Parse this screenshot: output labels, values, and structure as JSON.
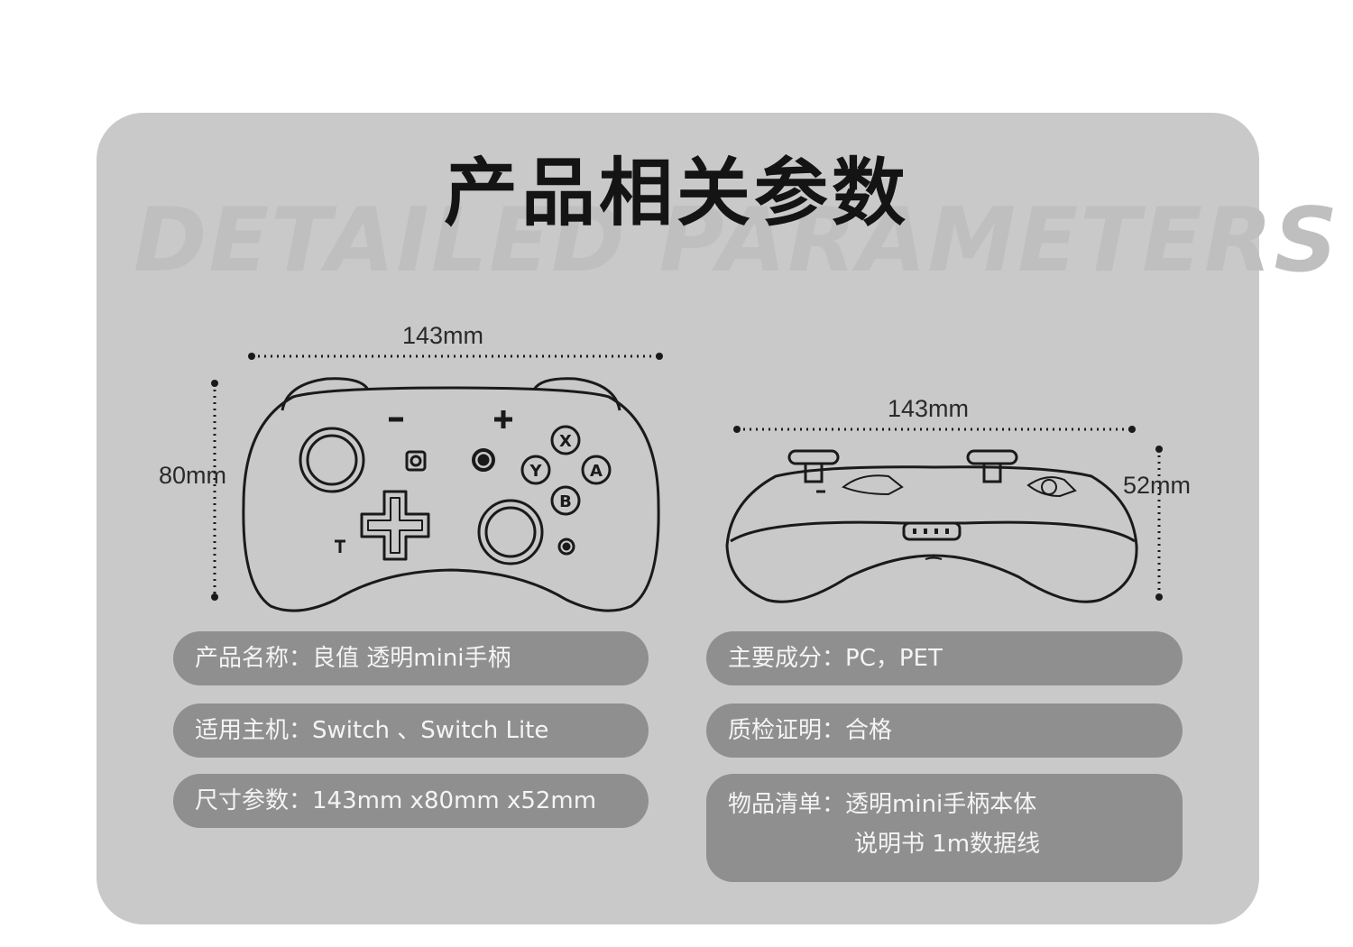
{
  "header": {
    "title": "产品相关参数",
    "watermark": "DETAILED PARAMETERS"
  },
  "dimensions": {
    "front_width": "143mm",
    "front_height": "80mm",
    "side_width": "143mm",
    "side_height": "52mm"
  },
  "face_buttons": {
    "x": "X",
    "y": "Y",
    "a": "A",
    "b": "B"
  },
  "specs_left": [
    {
      "label": "产品名称：",
      "value": "良值 透明mini手柄"
    },
    {
      "label": "适用主机：",
      "value": "Switch 、Switch Lite"
    },
    {
      "label": "尺寸参数：",
      "value": "143mm x80mm x52mm"
    }
  ],
  "specs_right": [
    {
      "label": "主要成分：",
      "value": "PC，PET"
    },
    {
      "label": "质检证明：",
      "value": "合格"
    },
    {
      "label": "物品清单：",
      "value": "透明mini手柄本体",
      "value_line2": "说明书    1m数据线"
    }
  ],
  "colors": {
    "background": "#ffffff",
    "card": "#c9c9c9",
    "pill": "#8f8f8f",
    "pill_text": "#f4f4f4",
    "line_art": "#1a1a1a"
  }
}
